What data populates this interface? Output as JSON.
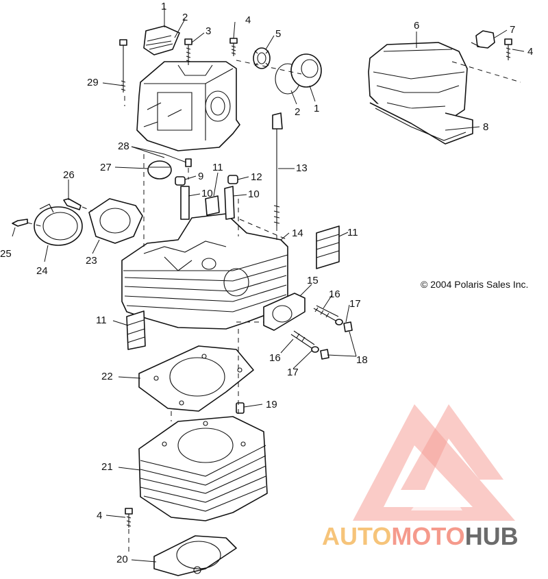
{
  "copyright": "© 2004 Polaris Sales Inc.",
  "watermark": {
    "part1": "AUTO",
    "part2": "MOTO",
    "part3": "HUB",
    "color_auto": "#f6c47a",
    "color_moto": "#f59a8c",
    "color_hub": "#6b6b6b",
    "logo_color": "#f48f86"
  },
  "callouts": {
    "c1_top": "1",
    "c2_top": "2",
    "c3": "3",
    "c4_top": "4",
    "c5": "5",
    "c6": "6",
    "c7": "7",
    "c4_right": "4",
    "c29": "29",
    "c2_mid": "2",
    "c1_mid": "1",
    "c8": "8",
    "c28": "28",
    "c27": "27",
    "c9": "9",
    "c11_top": "11",
    "c12": "12",
    "c13": "13",
    "c10_left": "10",
    "c10_right": "10",
    "c26": "26",
    "c25": "25",
    "c24": "24",
    "c23": "23",
    "c14": "14",
    "c11_right": "11",
    "c15": "15",
    "c16_top": "16",
    "c17_top": "17",
    "c11_left": "11",
    "c16_bottom": "16",
    "c17_bottom": "17",
    "c18": "18",
    "c22": "22",
    "c19": "19",
    "c21": "21",
    "c4_bottom": "4",
    "c20": "20"
  }
}
